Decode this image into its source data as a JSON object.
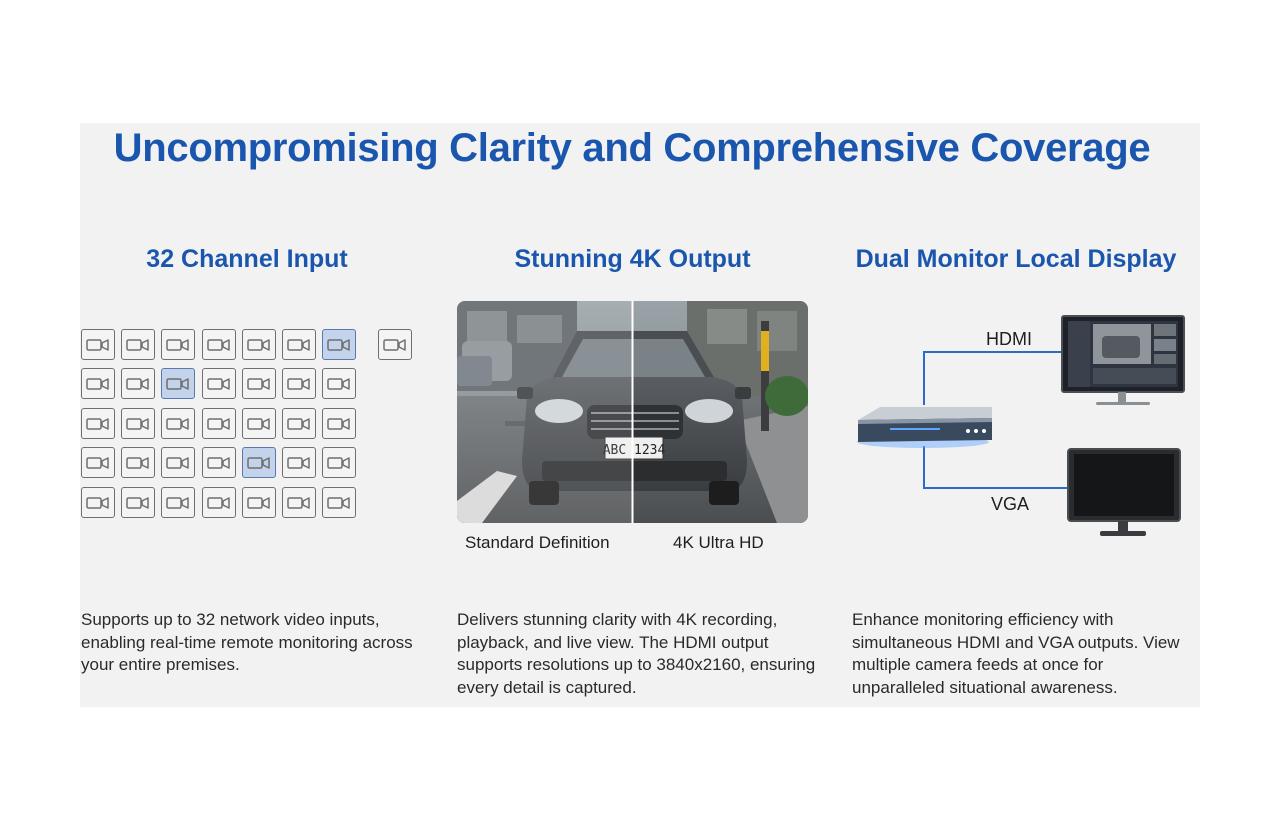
{
  "title": "Uncompromising Clarity and Comprehensive Coverage",
  "columns": [
    {
      "title": "32 Channel Input",
      "description": "Supports up to 32 network video inputs, enabling real-time remote monitoring across your entire premises.",
      "grid": {
        "rows": 5,
        "cols": 7,
        "highlighted": [
          "0-6",
          "1-2",
          "3-4"
        ],
        "extra_cells": 1,
        "icon": "video-camera-icon"
      }
    },
    {
      "title": "Stunning 4K Output",
      "description": "Delivers stunning clarity with 4K recording, playback, and live view. The HDMI output supports resolutions up to 3840x2160, ensuring every detail is captured.",
      "caption_left": "Standard Definition",
      "caption_right": "4K Ultra HD",
      "plate": "ABC 1234"
    },
    {
      "title": "Dual Monitor Local Display",
      "description": "Enhance monitoring efficiency with simultaneous HDMI and VGA outputs. View multiple camera feeds at once for unparalleled situational awareness.",
      "hdmi_label": "HDMI",
      "vga_label": "VGA"
    }
  ],
  "colors": {
    "accent": "#1a56ad",
    "panel": "#f2f2f2",
    "highlight": "#c3d3ec",
    "line": "#2b6cc4"
  }
}
